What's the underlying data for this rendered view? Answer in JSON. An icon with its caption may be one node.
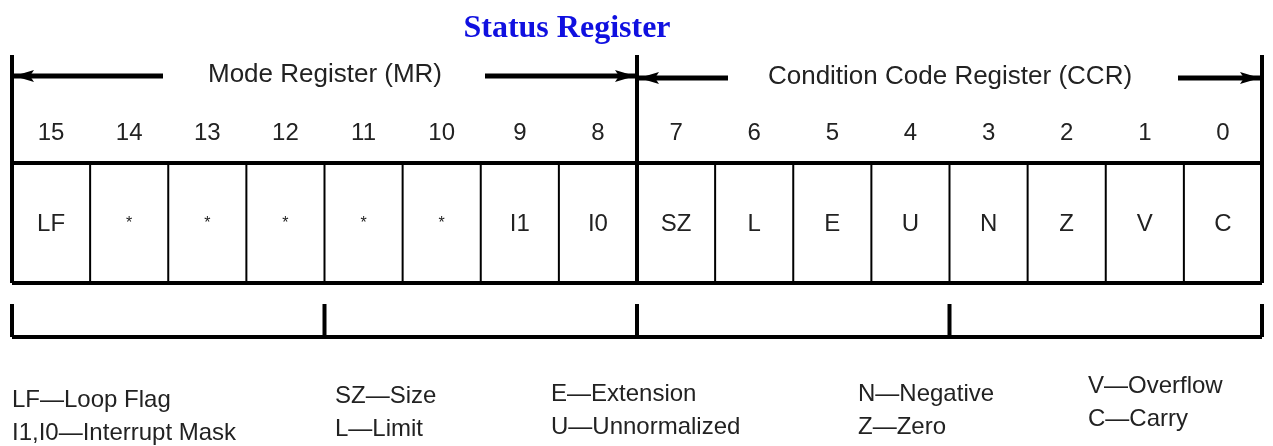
{
  "diagram": {
    "title": "Status Register",
    "nodes": [
      {
        "text": [
          "LF"
        ]
      },
      {
        "text": [
          "*"
        ]
      },
      {
        "text": [
          "*"
        ]
      },
      {
        "text": [
          "*"
        ]
      },
      {
        "text": [
          "*"
        ]
      },
      {
        "text": [
          "*"
        ]
      },
      {
        "text": [
          "I1"
        ]
      },
      {
        "text": [
          "I0"
        ]
      },
      {
        "text": [
          "SZ"
        ]
      },
      {
        "text": [
          "L"
        ]
      },
      {
        "text": [
          "E"
        ]
      },
      {
        "text": [
          "U"
        ]
      },
      {
        "text": [
          "N"
        ]
      },
      {
        "text": [
          "Z"
        ]
      },
      {
        "text": [
          "V"
        ]
      },
      {
        "text": [
          "C"
        ]
      }
    ],
    "labels": [
      "Mode Register (MR)",
      "Condition Code Register (CCR)",
      "15",
      "14",
      "13",
      "12",
      "11",
      "10",
      "9",
      "8",
      "7",
      "6",
      "5",
      "4",
      "3",
      "2",
      "1",
      "0",
      "LF—Loop Flag",
      "I1,I0—Interrupt Mask",
      "SZ—Size",
      "L—Limit",
      "E—Extension",
      "U—Unnormalized",
      "N—Negative",
      "Z—Zero",
      "V—Overflow",
      "C—Carry"
    ]
  }
}
